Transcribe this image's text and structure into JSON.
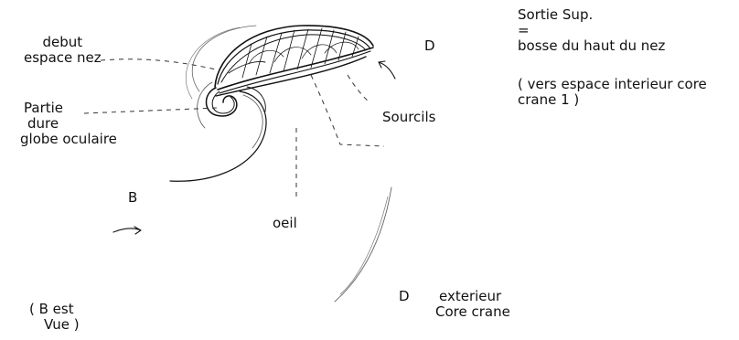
{
  "labels": {
    "debut_line1": "debut",
    "debut_line2": "espace nez",
    "partie_line1": "Partie",
    "partie_line2": "dure",
    "partie_line3": "globe oculaire",
    "d_top": "D",
    "sortie_line1": "Sortie Sup.",
    "sortie_line2": "=",
    "sortie_line3": "bosse du haut du nez",
    "vers_line1": "( vers espace interieur core",
    "vers_line2": "crane 1 )",
    "sourcils": "Sourcils",
    "b_left": "B",
    "oeil": "oeil",
    "b_est_line1": "( B est",
    "b_est_line2": "Vue )",
    "d_bottom": "D",
    "exterieur_line1": "exterieur",
    "exterieur_line2": "Core crane"
  },
  "colors": {
    "ink": "#111111",
    "pencil": "#555555",
    "background": "#ffffff"
  }
}
